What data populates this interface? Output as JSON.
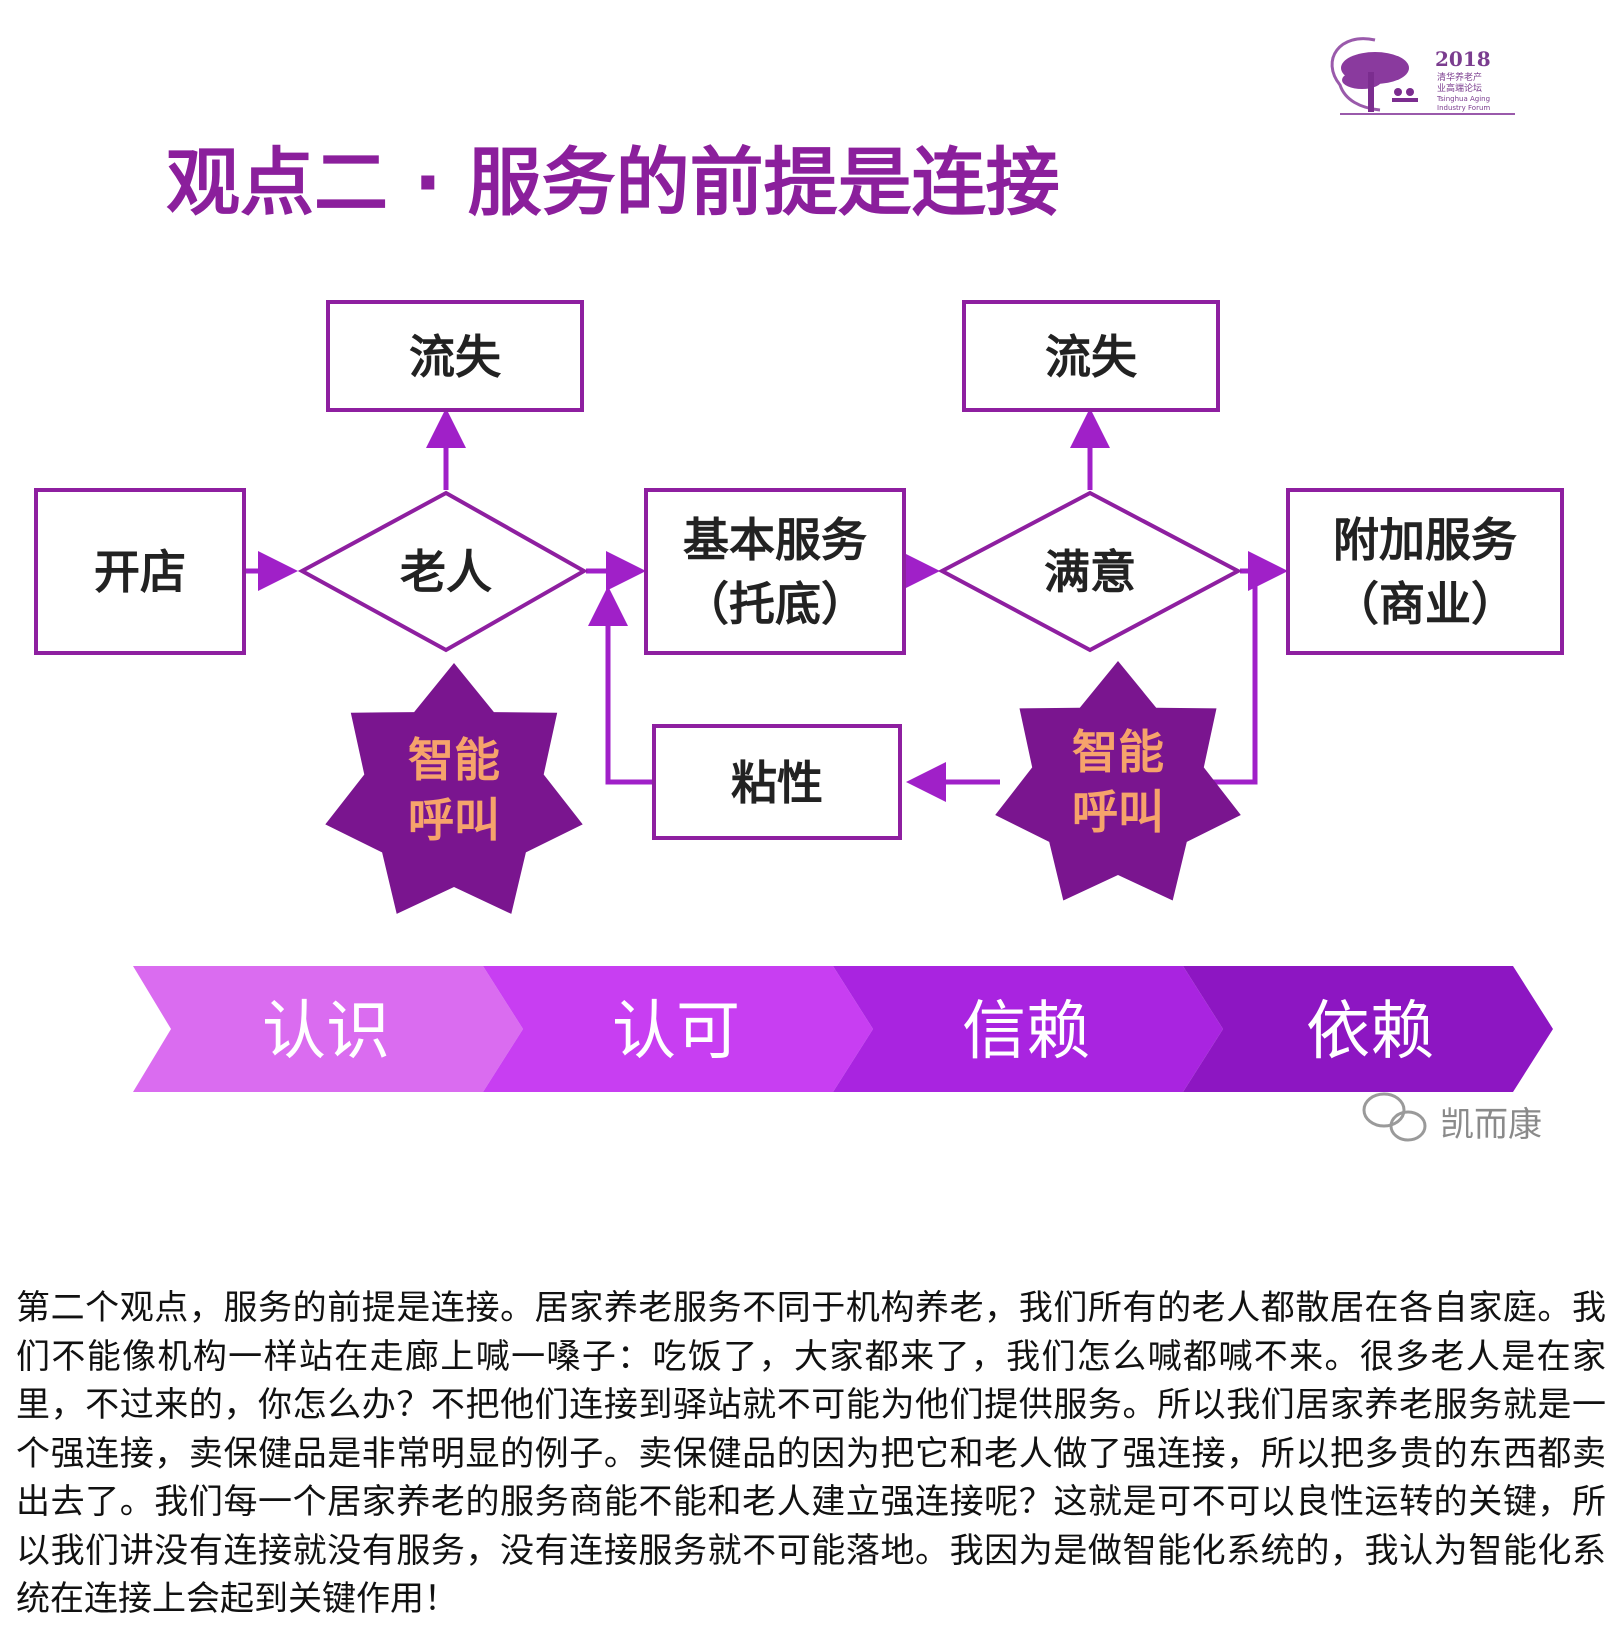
{
  "slide": {
    "title": "观点二 · 服务的前提是连接",
    "logo": {
      "year": "2018",
      "line1": "清华养老产",
      "line2": "业高端论坛",
      "line3": "Tsinghua Aging",
      "line4": "Industry Forum"
    },
    "watermark": "凯而康"
  },
  "flow": {
    "open_store": "开店",
    "elderly": "老人",
    "loss_left": "流失",
    "basic_service": {
      "line1": "基本服务",
      "line2": "（托底）"
    },
    "satisfied": "满意",
    "loss_right": "流失",
    "extra_service": {
      "line1": "附加服务",
      "line2": "（商业）"
    },
    "stickiness": "粘性",
    "smart_call_left": {
      "line1": "智能",
      "line2": "呼叫"
    },
    "smart_call_right": {
      "line1": "智能",
      "line2": "呼叫"
    }
  },
  "stages": [
    "认识",
    "认可",
    "信赖",
    "依赖"
  ],
  "colors": {
    "title": "#8b1f9c",
    "border": "#8e1fa0",
    "arrow": "#a020c8",
    "star_fill": "#7a158f",
    "star_text": "#f6a36b",
    "chevrons": [
      "#da6cf0",
      "#c83ef2",
      "#a924e0",
      "#8d16c2"
    ]
  },
  "article": "第二个观点，服务的前提是连接。居家养老服务不同于机构养老，我们所有的老人都散居在各自家庭。我们不能像机构一样站在走廊上喊一嗓子：吃饭了，大家都来了，我们怎么喊都喊不来。很多老人是在家里，不过来的，你怎么办？不把他们连接到驿站就不可能为他们提供服务。所以我们居家养老服务就是一个强连接，卖保健品是非常明显的例子。卖保健品的因为把它和老人做了强连接，所以把多贵的东西都卖出去了。我们每一个居家养老的服务商能不能和老人建立强连接呢？这就是可不可以良性运转的关键，所以我们讲没有连接就没有服务，没有连接服务就不可能落地。我因为是做智能化系统的，我认为智能化系统在连接上会起到关键作用！"
}
